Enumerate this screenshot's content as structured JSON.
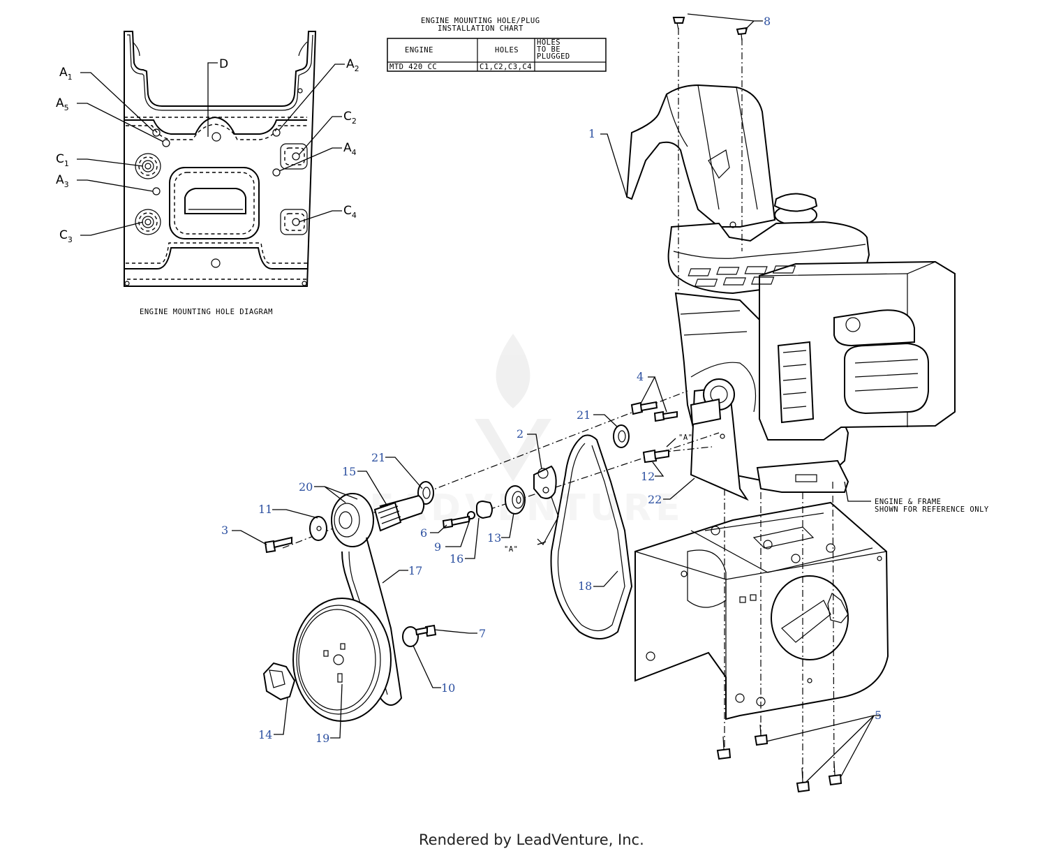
{
  "chart": {
    "title_line1": "ENGINE MOUNTING HOLE/PLUG",
    "title_line2": "INSTALLATION CHART",
    "col_engine": "ENGINE",
    "col_holes": "HOLES",
    "col_plugged_1": "HOLES",
    "col_plugged_2": "TO BE",
    "col_plugged_3": "PLUGGED",
    "row_engine": "MTD 420 CC",
    "row_holes": "C1,C2,C3,C4",
    "row_plugged": ""
  },
  "hole_diagram": {
    "caption": "ENGINE MOUNTING HOLE DIAGRAM",
    "labels": [
      {
        "id": "A1",
        "base": "A",
        "sub": "1"
      },
      {
        "id": "A5",
        "base": "A",
        "sub": "5"
      },
      {
        "id": "C1",
        "base": "C",
        "sub": "1"
      },
      {
        "id": "A3",
        "base": "A",
        "sub": "3"
      },
      {
        "id": "C3",
        "base": "C",
        "sub": "3"
      },
      {
        "id": "D",
        "base": "D",
        "sub": ""
      },
      {
        "id": "A2",
        "base": "A",
        "sub": "2"
      },
      {
        "id": "C2",
        "base": "C",
        "sub": "2"
      },
      {
        "id": "A4",
        "base": "A",
        "sub": "4"
      },
      {
        "id": "C4",
        "base": "C",
        "sub": "4"
      }
    ]
  },
  "callouts": [
    "1",
    "2",
    "3",
    "4",
    "5",
    "6",
    "7",
    "8",
    "9",
    "10",
    "11",
    "12",
    "13",
    "14",
    "15",
    "16",
    "17",
    "18",
    "19",
    "20",
    "21",
    "21",
    "22"
  ],
  "annotations": {
    "ref_note_1": "ENGINE & FRAME",
    "ref_note_2": "SHOWN FOR REFERENCE ONLY",
    "point_a_1": "\"A\"",
    "point_a_2": "\"A\""
  },
  "footer": "Rendered by LeadVenture, Inc.",
  "colors": {
    "callout": "#2b4fa0",
    "line": "#000000",
    "watermark": "#e6e6e6"
  }
}
